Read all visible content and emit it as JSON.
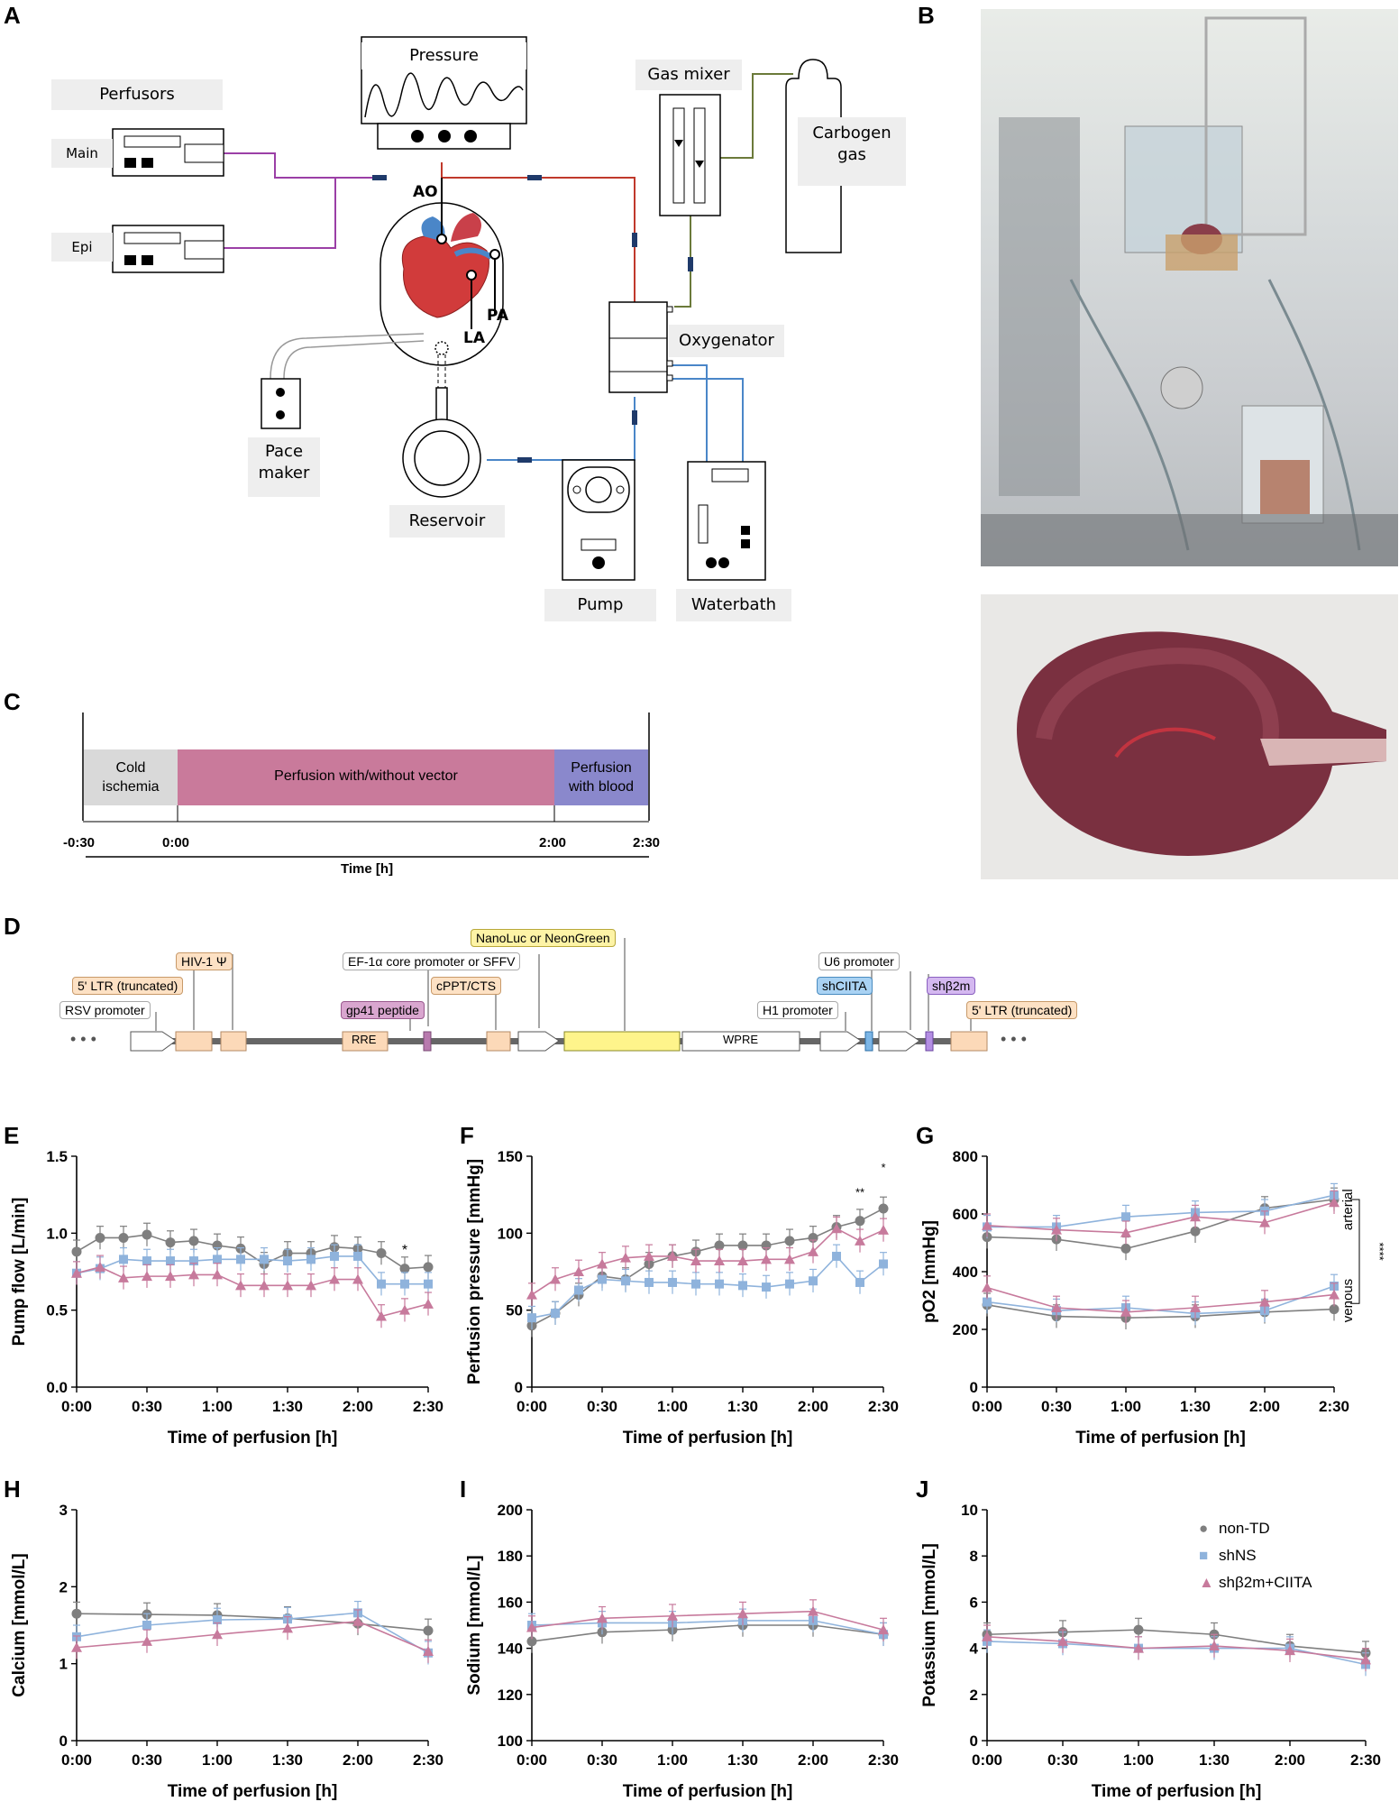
{
  "panels": {
    "A": "A",
    "B": "B",
    "C": "C",
    "D": "D",
    "E": "E",
    "F": "F",
    "G": "G",
    "H": "H",
    "I": "I",
    "J": "J"
  },
  "schematic": {
    "perfusors": "Perfusors",
    "main": "Main",
    "epi": "Epi",
    "pressure": "Pressure",
    "gas_mixer": "Gas mixer",
    "carbogen_line1": "Carbogen",
    "carbogen_line2": "gas",
    "oxygenator": "Oxygenator",
    "pace_line1": "Pace",
    "pace_line2": "maker",
    "reservoir": "Reservoir",
    "pump": "Pump",
    "waterbath": "Waterbath",
    "ao": "AO",
    "la": "LA",
    "pa": "PA",
    "colors": {
      "arterial": "#c0392b",
      "venous": "#4a86c8",
      "perfusor": "#9b3fa6",
      "gas": "#6b7a3a"
    }
  },
  "timeline": {
    "seg1_line1": "Cold",
    "seg1_line2": "ischemia",
    "seg2": "Perfusion with/without vector",
    "seg3_line1": "Perfusion",
    "seg3_line2": "with blood",
    "ticks": [
      "-0:30",
      "0:00",
      "2:00",
      "2:30"
    ],
    "axis_label": "Time [h]",
    "colors": {
      "seg1": "#d9d9d9",
      "seg2": "#c97a9b",
      "seg3": "#8a88cc"
    }
  },
  "vector": {
    "labels": {
      "nanoluc": "NanoLuc or NeonGreen",
      "hiv": "HIV-1 Ψ",
      "ef1a": "EF-1α core promoter or SFFV",
      "u6": "U6 promoter",
      "ltr5_left": "5' LTR (truncated)",
      "shciita": "shCIITA",
      "shb2m": "shβ2m",
      "rsv": "RSV promoter",
      "gp41": "gp41 peptide",
      "cppt": "cPPT/CTS",
      "h1": "H1 promoter",
      "ltr5_right": "5' LTR (truncated)",
      "rre": "RRE",
      "wpre": "WPRE",
      "dots_left": "• • •",
      "dots_right": "• • •"
    }
  },
  "legend": {
    "nontd": "non-TD",
    "shns": "shNS",
    "shb2m": "shβ2m+CIITA"
  },
  "chart_data": [
    {
      "id": "E",
      "type": "line",
      "xlabel": "Time of perfusion [h]",
      "ylabel": "Pump flow [L/min]",
      "ylim": [
        0,
        1.5
      ],
      "yticks": [
        "0.0",
        "0.5",
        "1.0",
        "1.5"
      ],
      "xticks": [
        "0:00",
        "0:30",
        "1:00",
        "1:30",
        "2:00",
        "2:30"
      ],
      "x": [
        0,
        10,
        20,
        30,
        40,
        50,
        60,
        70,
        80,
        90,
        100,
        110,
        120,
        130,
        140,
        150
      ],
      "series": [
        {
          "name": "non-TD",
          "values": [
            0.88,
            0.97,
            0.97,
            0.99,
            0.94,
            0.95,
            0.92,
            0.9,
            0.8,
            0.87,
            0.87,
            0.91,
            0.9,
            0.87,
            0.77,
            0.78
          ]
        },
        {
          "name": "shNS",
          "values": [
            0.74,
            0.77,
            0.83,
            0.82,
            0.82,
            0.82,
            0.83,
            0.83,
            0.83,
            0.82,
            0.83,
            0.85,
            0.85,
            0.67,
            0.67,
            0.67
          ]
        },
        {
          "name": "shβ2m+CIITA",
          "values": [
            0.74,
            0.78,
            0.71,
            0.72,
            0.72,
            0.73,
            0.73,
            0.66,
            0.66,
            0.66,
            0.66,
            0.7,
            0.7,
            0.46,
            0.5,
            0.54
          ]
        }
      ],
      "annotations": [
        "*"
      ]
    },
    {
      "id": "F",
      "type": "line",
      "xlabel": "Time of perfusion [h]",
      "ylabel": "Perfusion pressure [mmHg]",
      "ylim": [
        0,
        150
      ],
      "yticks": [
        "0",
        "50",
        "100",
        "150"
      ],
      "xticks": [
        "0:00",
        "0:30",
        "1:00",
        "1:30",
        "2:00",
        "2:30"
      ],
      "x": [
        0,
        10,
        20,
        30,
        40,
        50,
        60,
        70,
        80,
        90,
        100,
        110,
        120,
        130,
        140,
        150
      ],
      "series": [
        {
          "name": "non-TD",
          "values": [
            40,
            48,
            60,
            72,
            70,
            80,
            85,
            88,
            92,
            92,
            92,
            95,
            97,
            104,
            108,
            116
          ]
        },
        {
          "name": "shNS",
          "values": [
            45,
            48,
            63,
            70,
            69,
            68,
            68,
            67,
            67,
            66,
            65,
            67,
            69,
            85,
            68,
            80
          ]
        },
        {
          "name": "shβ2m+CIITA",
          "values": [
            60,
            70,
            75,
            80,
            84,
            85,
            85,
            82,
            82,
            82,
            83,
            83,
            88,
            103,
            95,
            102
          ]
        }
      ],
      "annotations": [
        "**",
        "*"
      ]
    },
    {
      "id": "G",
      "type": "line",
      "xlabel": "Time of perfusion [h]",
      "ylabel": "pO2 [mmHg]",
      "ylim": [
        0,
        800
      ],
      "yticks": [
        "0",
        "200",
        "400",
        "600",
        "800"
      ],
      "xticks": [
        "0:00",
        "0:30",
        "1:00",
        "1:30",
        "2:00",
        "2:30"
      ],
      "x": [
        0,
        30,
        60,
        90,
        120,
        150
      ],
      "series": [
        {
          "name": "non-TD arterial",
          "values": [
            520,
            512,
            480,
            540,
            620,
            650
          ]
        },
        {
          "name": "shNS arterial",
          "values": [
            555,
            555,
            590,
            605,
            610,
            665
          ]
        },
        {
          "name": "shβ2m+CIITA arterial",
          "values": [
            560,
            545,
            535,
            590,
            570,
            640
          ]
        },
        {
          "name": "non-TD venous",
          "values": [
            285,
            245,
            240,
            245,
            260,
            270
          ]
        },
        {
          "name": "shNS venous",
          "values": [
            295,
            265,
            275,
            255,
            265,
            350
          ]
        },
        {
          "name": "shβ2m+CIITA venous",
          "values": [
            345,
            275,
            260,
            275,
            295,
            320
          ]
        }
      ],
      "group_labels": [
        "arterial",
        "venous"
      ],
      "annotations": [
        "****"
      ]
    },
    {
      "id": "H",
      "type": "line",
      "xlabel": "Time of perfusion [h]",
      "ylabel": "Calcium [mmol/L]",
      "ylim": [
        0,
        3
      ],
      "yticks": [
        "0",
        "1",
        "2",
        "3"
      ],
      "xticks": [
        "0:00",
        "0:30",
        "1:00",
        "1:30",
        "2:00",
        "2:30"
      ],
      "x": [
        0,
        30,
        60,
        90,
        120,
        150
      ],
      "series": [
        {
          "name": "non-TD",
          "values": [
            1.65,
            1.64,
            1.63,
            1.59,
            1.52,
            1.43
          ]
        },
        {
          "name": "shNS",
          "values": [
            1.35,
            1.5,
            1.57,
            1.58,
            1.66,
            1.14
          ]
        },
        {
          "name": "shβ2m+CIITA",
          "values": [
            1.21,
            1.29,
            1.38,
            1.46,
            1.55,
            1.16
          ]
        }
      ]
    },
    {
      "id": "I",
      "type": "line",
      "xlabel": "Time of perfusion [h]",
      "ylabel": "Sodium [mmol/L]",
      "ylim": [
        100,
        200
      ],
      "yticks": [
        "100",
        "120",
        "140",
        "160",
        "180",
        "200"
      ],
      "xticks": [
        "0:00",
        "0:30",
        "1:00",
        "1:30",
        "2:00",
        "2:30"
      ],
      "x": [
        0,
        30,
        60,
        90,
        120,
        150
      ],
      "series": [
        {
          "name": "non-TD",
          "values": [
            143,
            147,
            148,
            150,
            150,
            146
          ]
        },
        {
          "name": "shNS",
          "values": [
            150,
            151,
            151,
            152,
            152,
            146
          ]
        },
        {
          "name": "shβ2m+CIITA",
          "values": [
            149,
            153,
            154,
            155,
            156,
            148
          ]
        }
      ]
    },
    {
      "id": "J",
      "type": "line",
      "xlabel": "Time of perfusion [h]",
      "ylabel": "Potassium [mmol/L]",
      "ylim": [
        0,
        10
      ],
      "yticks": [
        "0",
        "2",
        "4",
        "6",
        "8",
        "10"
      ],
      "xticks": [
        "0:00",
        "0:30",
        "1:00",
        "1:30",
        "2:00",
        "2:30"
      ],
      "x": [
        0,
        30,
        60,
        90,
        120,
        150
      ],
      "series": [
        {
          "name": "non-TD",
          "values": [
            4.6,
            4.7,
            4.8,
            4.6,
            4.1,
            3.8
          ]
        },
        {
          "name": "shNS",
          "values": [
            4.3,
            4.2,
            4.0,
            4.0,
            4.0,
            3.3
          ]
        },
        {
          "name": "shβ2m+CIITA",
          "values": [
            4.5,
            4.3,
            4.0,
            4.1,
            3.9,
            3.5
          ]
        }
      ]
    }
  ],
  "series_colors": {
    "non-TD": "#7f7f7f",
    "shNS": "#8fb3dc",
    "shβ2m+CIITA": "#c77a9c"
  }
}
